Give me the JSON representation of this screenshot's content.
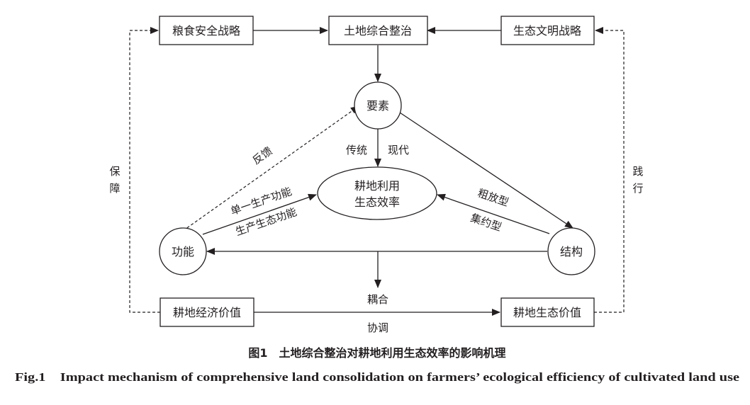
{
  "nodes": {
    "food_security": "粮食安全战略",
    "land_consolidation": "土地综合整治",
    "eco_civilization": "生态文明战略",
    "elements": "要素",
    "efficiency_line1": "耕地利用",
    "efficiency_line2": "生态效率",
    "function": "功能",
    "structure": "结构",
    "economic_value": "耕地经济价值",
    "ecological_value": "耕地生态价值"
  },
  "edge_labels": {
    "guarantee": [
      "保",
      "障"
    ],
    "practice": [
      "践",
      "行"
    ],
    "feedback": "反馈",
    "traditional": "传统",
    "modern": "现代",
    "single_production": "单一生产功能",
    "production_ecological": "生产生态功能",
    "extensive": "粗放型",
    "intensive": "集约型",
    "coupling": "耦合",
    "coordination": "协调"
  },
  "caption": {
    "zh": "图1　土地综合整治对耕地利用生态效率的影响机理",
    "en": "Fig.1　Impact mechanism of comprehensive land consolidation on farmers’ ecological efficiency of cultivated land use"
  }
}
